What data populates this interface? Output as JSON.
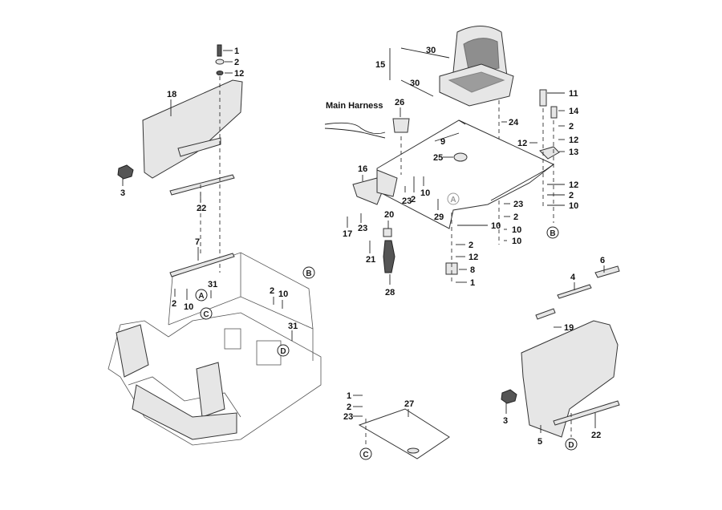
{
  "diagram": {
    "harness_label": "Main Harness",
    "callouts": [
      "1",
      "2",
      "12",
      "18",
      "3",
      "22",
      "7",
      "2",
      "10",
      "31",
      "2",
      "10",
      "31",
      "15",
      "30",
      "30",
      "26",
      "9",
      "24",
      "25",
      "16",
      "23",
      "2",
      "10",
      "29",
      "20",
      "23",
      "17",
      "21",
      "28",
      "10",
      "2",
      "12",
      "8",
      "1",
      "11",
      "14",
      "2",
      "12",
      "12",
      "13",
      "12",
      "2",
      "10",
      "23",
      "2",
      "10",
      "10",
      "6",
      "4",
      "19",
      "3",
      "5",
      "22",
      "27",
      "1",
      "2",
      "23"
    ],
    "reference_markers": [
      "A",
      "C",
      "B",
      "D",
      "A",
      "B",
      "D",
      "C"
    ]
  }
}
